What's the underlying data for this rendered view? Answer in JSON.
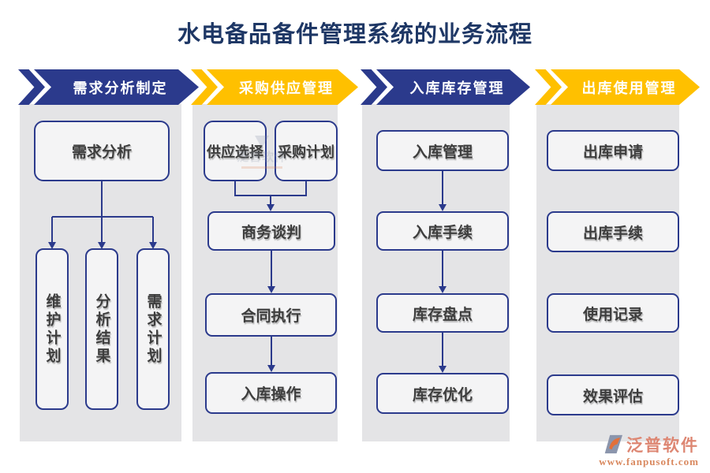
{
  "title": {
    "text": "水电备品备件管理系统的业务流程"
  },
  "columns": [
    {
      "header": {
        "label": "需求分析制定"
      },
      "top_box": {
        "label": "需求分析"
      },
      "vertical_boxes": [
        {
          "label": "维护计划"
        },
        {
          "label": "分析结果"
        },
        {
          "label": "需求计划"
        }
      ]
    },
    {
      "header": {
        "label": "采购供应管理"
      },
      "source_boxes": [
        {
          "label": "供应选择"
        },
        {
          "label": "采购计划"
        }
      ],
      "flow_boxes": [
        {
          "label": "商务谈判"
        },
        {
          "label": "合同执行"
        },
        {
          "label": "入库操作"
        }
      ]
    },
    {
      "header": {
        "label": "入库库存管理"
      },
      "flow_boxes": [
        {
          "label": "入库管理"
        },
        {
          "label": "入库手续"
        },
        {
          "label": "库存盘点"
        },
        {
          "label": "库存优化"
        }
      ]
    },
    {
      "header": {
        "label": "出库使用管理"
      },
      "flow_boxes": [
        {
          "label": "出库申请"
        },
        {
          "label": "出库手续"
        },
        {
          "label": "使用记录"
        },
        {
          "label": "效果评估"
        }
      ]
    }
  ],
  "watermark": {
    "text": "泛普软件"
  },
  "logo": {
    "name": "泛普软件",
    "url": "www.fanpusoft.com"
  },
  "colors": {
    "banner_navy": "#2b3a8c",
    "banner_yellow": "#ffc000",
    "title_navy": "#1e3765",
    "panel_gray": "#e4e4e6",
    "box_bg": "#f4f4f5",
    "box_border": "#2b3a8c",
    "box_text": "#3d3d3d",
    "logo_salmon": "#dd8672",
    "logo_url_color": "#d9885e"
  }
}
